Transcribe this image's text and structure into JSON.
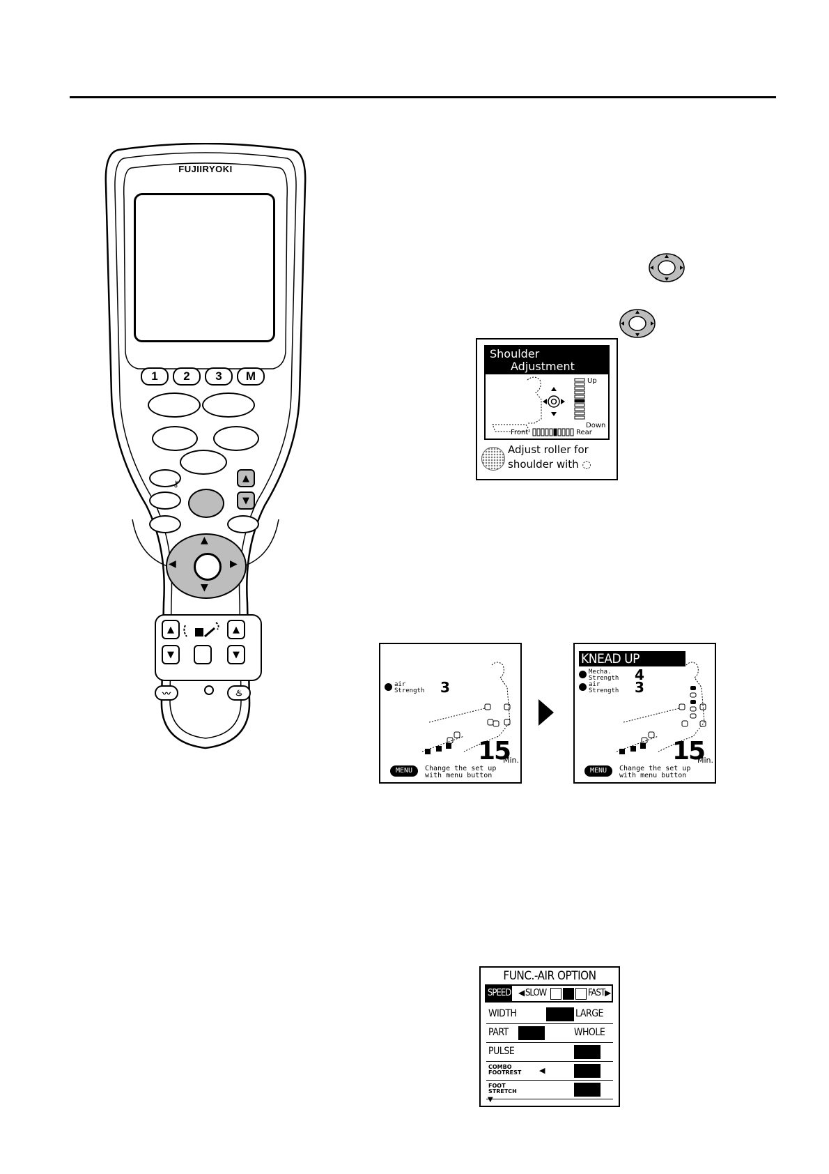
{
  "remote": {
    "brand": "FUJIIRYOKI",
    "memory_buttons": [
      "1",
      "2",
      "3",
      "M"
    ]
  },
  "shoulder_screen": {
    "title_line1": "Shoulder",
    "title_line2": "Adjustment",
    "up_label": "Up",
    "down_label": "Down",
    "front_label": "Front",
    "rear_label": "Rear",
    "caption_line1": "Adjust roller for",
    "caption_line2": "shoulder with"
  },
  "knead_before": {
    "air_label_1": "air",
    "air_label_2": "Strength",
    "air_value": "3",
    "time_value": "15",
    "time_unit": "Min.",
    "menu_badge": "MENU",
    "caption_line1": "Change the set up",
    "caption_line2": "with menu button"
  },
  "knead_after": {
    "title": "KNEAD UP",
    "mecha_label_1": "Mecha.",
    "mecha_label_2": "Strength",
    "mecha_value": "4",
    "air_label_1": "air",
    "air_label_2": "Strength",
    "air_value": "3",
    "time_value": "15",
    "time_unit": "Min.",
    "menu_badge": "MENU",
    "caption_line1": "Change the set up",
    "caption_line2": "with menu button"
  },
  "func_screen": {
    "title": "FUNC.-AIR OPTION",
    "speed_label": "SPEED",
    "slow_label": "SLOW",
    "fast_label": "FAST",
    "width_label": "WIDTH",
    "large_label": "LARGE",
    "part_label": "PART",
    "whole_label": "WHOLE",
    "pulse_label": "PULSE",
    "combo_label_1": "COMBO",
    "combo_label_2": "FOOTREST",
    "foot_label_1": "FOOT",
    "foot_label_2": "STRETCH"
  }
}
